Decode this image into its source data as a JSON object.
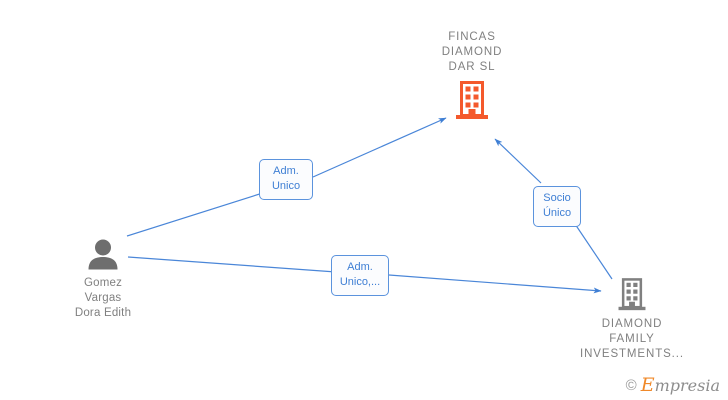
{
  "diagram": {
    "type": "corporate-relationship-graph",
    "background_color": "#ffffff",
    "accent_orange": "#f4592c",
    "accent_blue": "#3f7fd4",
    "node_gray": "#6e6e6e",
    "label_gray": "#808080"
  },
  "nodes": [
    {
      "id": "fincas",
      "kind": "company",
      "icon": "building-icon",
      "icon_color": "#f4592c",
      "label": "FINCAS\nDIAMOND\nDAR  SL",
      "label_position": "above"
    },
    {
      "id": "person",
      "kind": "person",
      "icon": "person-icon",
      "icon_color": "#6e6e6e",
      "label": "Gomez\nVargas\nDora Edith",
      "label_position": "below"
    },
    {
      "id": "dfi",
      "kind": "company",
      "icon": "building-icon",
      "icon_color": "#808080",
      "label": "DIAMOND\nFAMILY\nINVESTMENTS...",
      "label_position": "below"
    }
  ],
  "edges": [
    {
      "id": "person-to-fincas",
      "from": "person",
      "to": "fincas",
      "label": "Adm.\nUnico",
      "arrow": "to"
    },
    {
      "id": "person-to-dfi",
      "from": "person",
      "to": "dfi",
      "label": "Adm.\nUnico,...",
      "arrow": "to"
    },
    {
      "id": "dfi-to-fincas",
      "from": "dfi",
      "to": "fincas",
      "label": "Socio\nÚnico",
      "arrow": "to"
    }
  ],
  "watermark": {
    "copyright_symbol": "©",
    "brand_initial": "E",
    "brand_rest": "mpresia"
  }
}
